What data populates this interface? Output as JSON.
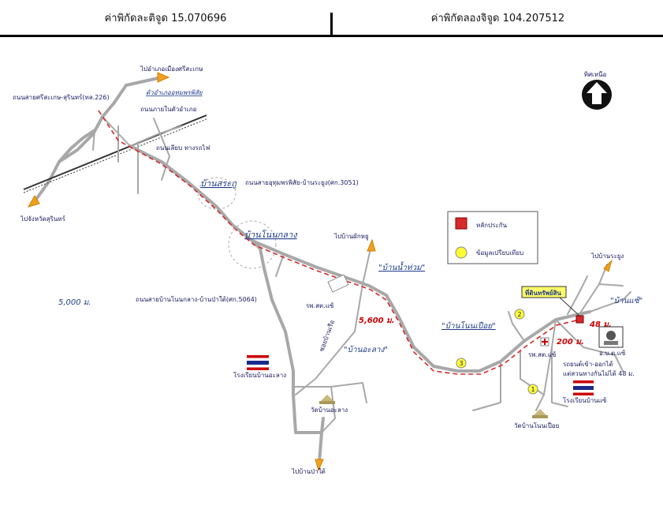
{
  "header": {
    "latitude_text": "ค่าพิกัดละติจูด 15.070696",
    "longitude_text": "ค่าพิกัดลองจิจูด 104.207512"
  },
  "north": {
    "label": "ทิศเหนือ"
  },
  "legend": {
    "marker_label": "หลักประกัน",
    "compare_label": "ข้อมูลเปรียบเทียบ",
    "marker_color": "#d42a2a",
    "compare_color": "#ffff33"
  },
  "villages": {
    "sa_ku": "บ้านสระกู",
    "non_klang": "บ้านโนนกลาง",
    "nam_thuam": "\"บ้านน้ำท่วม\"",
    "non_pueai": "\"บ้านโนนเปือย\"",
    "a_lang": "\"บ้านอะลาง\"",
    "sae": "\"บ้านแซ้\""
  },
  "labels": {
    "to_srisaket": "ไปอำเภอเมืองศรีสะเกษ",
    "district_town": "ตัวอำเภออุทุมพรพิสัย",
    "road_226": "ถนนสายศรีสะเกษ-สุรินทร์(ทล.226)",
    "road_in_town": "ถนนภายในตัวอำเภอ",
    "road_rail": "ถนนเลียบ ทางรถไฟ",
    "to_surin": "ไปจังหวัดสุรินทร์",
    "road_3051": "ถนนสายอุทุมพรพิสัย-บ้านระยูง(ศก.3051)",
    "to_ban_phak_yu": "ไปบ้านผักหยู",
    "road_5064": "ถนนสายบ้านโนนกลาง-บ้านป่าใต้(ศก.5064)",
    "hospital_1": "รพ.สต.แซ้",
    "hospital_2": "รพ.สต.แซ้",
    "soi": "ซอยบ้านเรือ",
    "school_a_lang": "โรงเรียนบ้านอะลาง",
    "wat_a_lang": "วัดบ้านอะลาง",
    "to_ban_pa_tai": "ไปบ้านป่าใต้",
    "to_ban_ra_yung": "ไปบ้านระยูง",
    "property": "ที่ดินทรัพย์สิน",
    "obt": "อ.บ.ต.แซ้",
    "junction": "รถยนต์เข้า-ออกได้",
    "junction_2": "แต่สวนทางกันไม่ได้ 48 ม.",
    "school_sae": "โรงเรียนบ้านแซ้",
    "wat_non_pueai": "วัดบ้านโนนเปือย"
  },
  "distances": {
    "d5000": "5,000 ม.",
    "d5600": "5,600 ม.",
    "d200": "200 ม.",
    "d48": "48 ม."
  },
  "markers": {
    "m1": "1",
    "m2": "2",
    "m3": "3"
  }
}
